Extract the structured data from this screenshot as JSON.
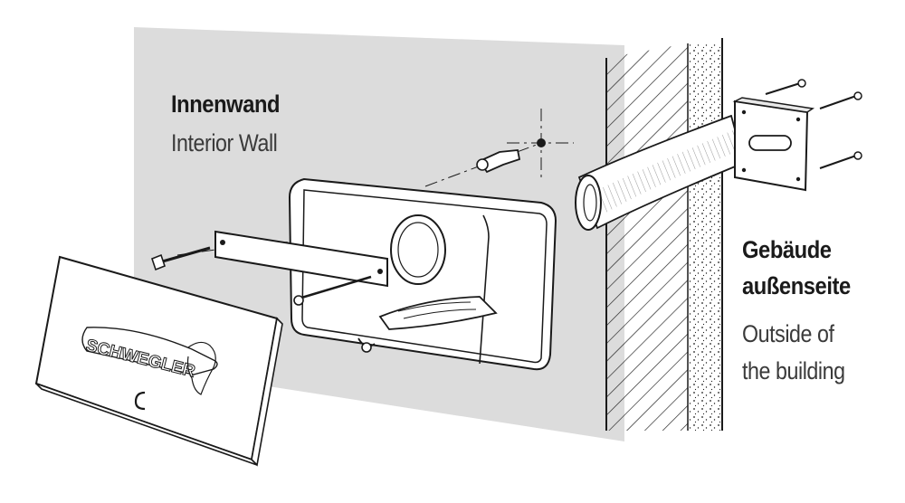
{
  "labels": {
    "interior_de": "Innenwand",
    "interior_en": "Interior Wall",
    "exterior_de_line1": "Gebäude",
    "exterior_de_line2": "außenseite",
    "exterior_en_line1": "Outside of",
    "exterior_en_line2": "the building"
  },
  "logo": {
    "brand": "SCHWEGLER"
  },
  "colors": {
    "wall_gray": "#dcdcdc",
    "line": "#1a1a1a",
    "white": "#ffffff"
  }
}
